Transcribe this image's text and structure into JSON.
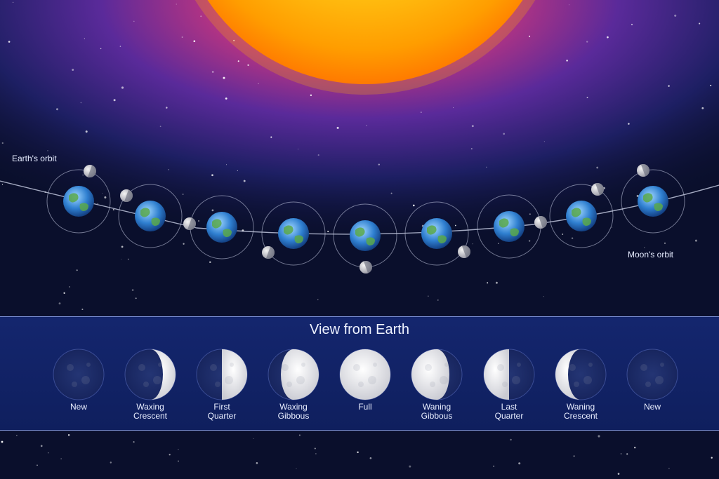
{
  "labels": {
    "earth_orbit": "Earth's orbit",
    "moon_orbit": "Moon's orbit"
  },
  "panel": {
    "title": "View from Earth",
    "phases": [
      {
        "label": "New",
        "illumination": 0.0,
        "lit_side": "none"
      },
      {
        "label": "Waxing\nCrescent",
        "illumination": 0.25,
        "lit_side": "right"
      },
      {
        "label": "First\nQuarter",
        "illumination": 0.5,
        "lit_side": "right"
      },
      {
        "label": "Waxing\nGibbous",
        "illumination": 0.75,
        "lit_side": "right"
      },
      {
        "label": "Full",
        "illumination": 1.0,
        "lit_side": "all"
      },
      {
        "label": "Waning\nGibbous",
        "illumination": 0.75,
        "lit_side": "left"
      },
      {
        "label": "Last\nQuarter",
        "illumination": 0.5,
        "lit_side": "left"
      },
      {
        "label": "Waning\nCrescent",
        "illumination": 0.25,
        "lit_side": "left"
      },
      {
        "label": "New",
        "illumination": 0.0,
        "lit_side": "none"
      }
    ]
  },
  "colors": {
    "space": "#0a0f2c",
    "sun": "#ffb400",
    "glow": "#a23aa8",
    "panel": "#13246a",
    "moon_lit": "#e8e8ea",
    "moon_dark": "#1c2a63"
  },
  "icons": {
    "sun": "sun-icon",
    "earth": "earth-icon",
    "moon": "moon-icon"
  }
}
